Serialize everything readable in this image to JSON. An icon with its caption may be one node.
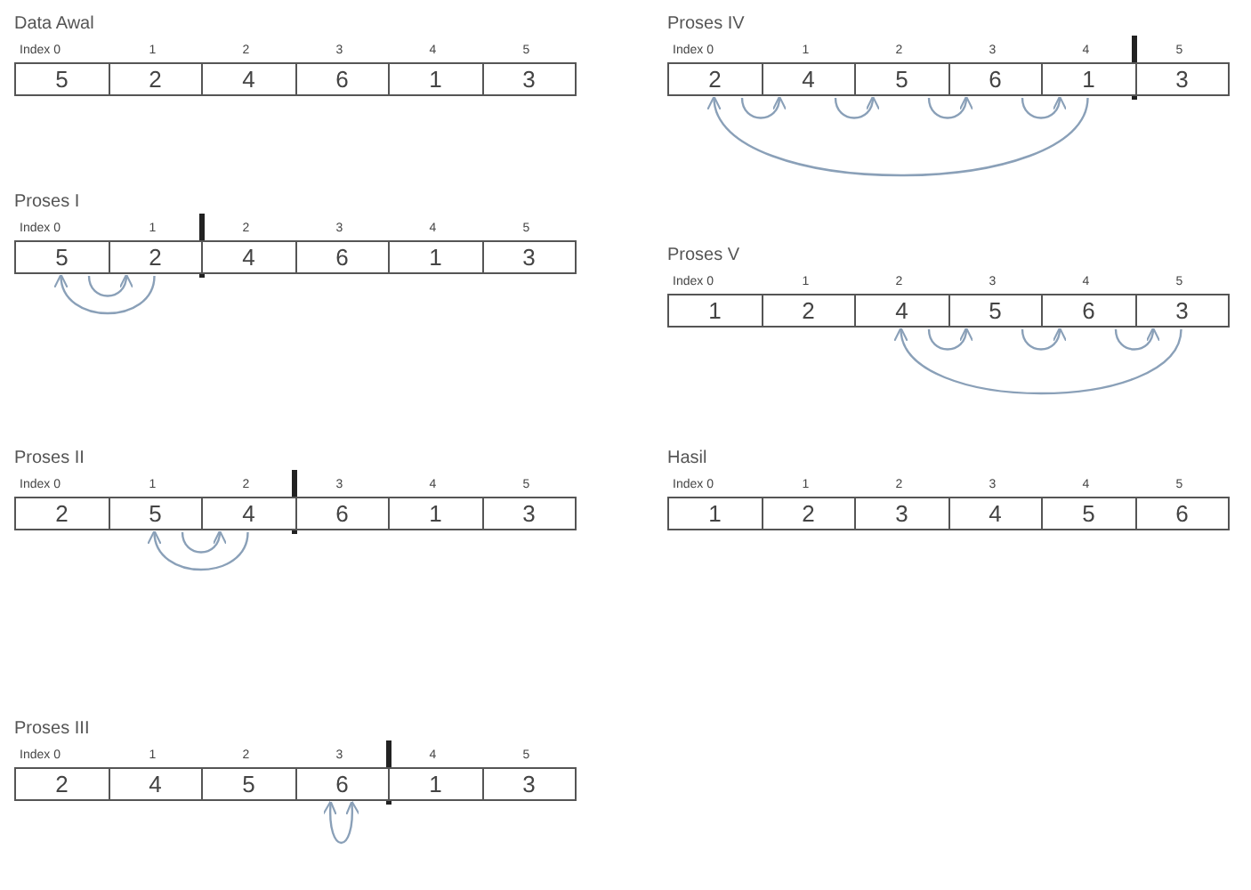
{
  "diagram": {
    "nodes": [
      {
        "text": [
          "5"
        ],
        "beside": [
          "Index 0"
        ]
      },
      {
        "text": [
          "2"
        ],
        "beside": [
          "1"
        ]
      },
      {
        "text": [
          "4"
        ],
        "beside": [
          "2"
        ]
      },
      {
        "text": [
          "6"
        ],
        "beside": [
          "3"
        ]
      },
      {
        "text": [
          "1"
        ],
        "beside": [
          "4"
        ]
      },
      {
        "text": [
          "3"
        ],
        "beside": [
          "5"
        ]
      },
      {
        "text": [
          "5"
        ],
        "beside": [
          "Index 0"
        ]
      },
      {
        "text": [
          "2"
        ],
        "beside": [
          "1"
        ]
      },
      {
        "text": [
          "4"
        ],
        "beside": [
          "2"
        ]
      },
      {
        "text": [
          "6"
        ],
        "beside": [
          "3"
        ]
      },
      {
        "text": [
          "1"
        ],
        "beside": [
          "4"
        ]
      },
      {
        "text": [
          "3"
        ],
        "beside": [
          "5"
        ]
      },
      {
        "text": [
          "2"
        ],
        "beside": [
          "Index 0"
        ]
      },
      {
        "text": [
          "5"
        ],
        "beside": [
          "1"
        ]
      },
      {
        "text": [
          "4"
        ],
        "beside": [
          "2"
        ]
      },
      {
        "text": [
          "6"
        ],
        "beside": [
          "3"
        ]
      },
      {
        "text": [
          "1"
        ],
        "beside": [
          "4"
        ]
      },
      {
        "text": [
          "3"
        ],
        "beside": [
          "5"
        ]
      },
      {
        "text": [
          "2"
        ],
        "beside": [
          "Index 0"
        ]
      },
      {
        "text": [
          "4"
        ],
        "beside": [
          "1"
        ]
      },
      {
        "text": [
          "5"
        ],
        "beside": [
          "2"
        ]
      },
      {
        "text": [
          "6"
        ],
        "beside": [
          "3"
        ]
      },
      {
        "text": [
          "1"
        ],
        "beside": [
          "4"
        ]
      },
      {
        "text": [
          "3"
        ],
        "beside": [
          "5"
        ]
      },
      {
        "text": [
          "2"
        ],
        "beside": [
          "Index 0"
        ]
      },
      {
        "text": [
          "4"
        ],
        "beside": [
          "1"
        ]
      },
      {
        "text": [
          "5"
        ],
        "beside": [
          "2"
        ]
      },
      {
        "text": [
          "6"
        ],
        "beside": [
          "3"
        ]
      },
      {
        "text": [
          "1"
        ],
        "beside": [
          "4"
        ]
      },
      {
        "text": [
          "3"
        ],
        "beside": [
          "5"
        ]
      },
      {
        "text": [
          "1"
        ],
        "beside": [
          "Index 0"
        ]
      },
      {
        "text": [
          "2"
        ],
        "beside": [
          "1"
        ]
      },
      {
        "text": [
          "4"
        ],
        "beside": [
          "2"
        ]
      },
      {
        "text": [
          "5"
        ],
        "beside": [
          "3"
        ]
      },
      {
        "text": [
          "6"
        ],
        "beside": [
          "4"
        ]
      },
      {
        "text": [
          "3"
        ],
        "beside": [
          "5"
        ]
      },
      {
        "text": [
          "1"
        ],
        "beside": [
          "Index 0"
        ]
      },
      {
        "text": [
          "2"
        ],
        "beside": [
          "1"
        ]
      },
      {
        "text": [
          "3"
        ],
        "beside": [
          "2"
        ]
      },
      {
        "text": [
          "4"
        ],
        "beside": [
          "3"
        ]
      },
      {
        "text": [
          "5"
        ],
        "beside": [
          "4"
        ]
      },
      {
        "text": [
          "6"
        ],
        "beside": [
          "5"
        ]
      }
    ],
    "edges": [
      {
        "from": 6,
        "to": 7,
        "arrow": "to"
      },
      {
        "from": 7,
        "to": 6,
        "arrow": "to"
      },
      {
        "from": 13,
        "to": 14,
        "arrow": "to"
      },
      {
        "from": 14,
        "to": 13,
        "arrow": "to"
      },
      {
        "from": 21,
        "to": 21,
        "arrow": "both"
      },
      {
        "from": 24,
        "to": 25,
        "arrow": "to"
      },
      {
        "from": 25,
        "to": 26,
        "arrow": "to"
      },
      {
        "from": 26,
        "to": 27,
        "arrow": "to"
      },
      {
        "from": 27,
        "to": 28,
        "arrow": "to"
      },
      {
        "from": 28,
        "to": 24,
        "arrow": "to"
      },
      {
        "from": 32,
        "to": 33,
        "arrow": "to"
      },
      {
        "from": 33,
        "to": 34,
        "arrow": "to"
      },
      {
        "from": 34,
        "to": 35,
        "arrow": "to"
      },
      {
        "from": 35,
        "to": 32,
        "arrow": "to"
      }
    ],
    "labels": [
      "Data Awal",
      "Proses I",
      "Proses II",
      "Proses III",
      "Proses IV",
      "Proses V",
      "Hasil"
    ]
  }
}
